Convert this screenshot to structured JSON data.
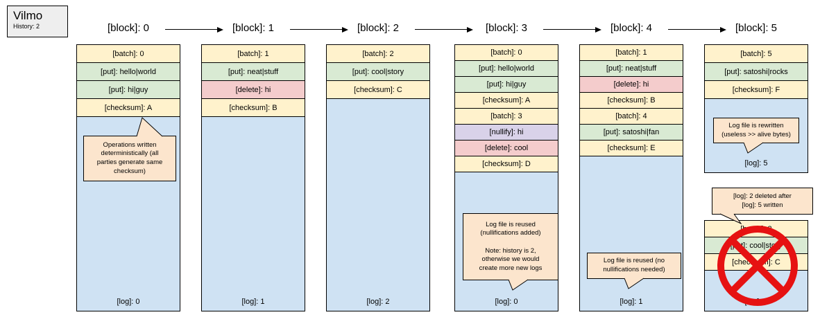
{
  "title": {
    "name": "Vilmo",
    "history": "History: 2"
  },
  "colors": {
    "batch": "#fff2cc",
    "checksum": "#fff2cc",
    "put": "#d9ead3",
    "delete": "#f4cccc",
    "nullify": "#d9d2e9",
    "log_area": "#cfe2f3",
    "callout": "#fce5cd",
    "title_box": "#eeeeee",
    "prohibition": "#e61212"
  },
  "blocks": [
    {
      "header": "[block]: 0",
      "rows": [
        {
          "kind": "batch",
          "label": "[batch]: 0"
        },
        {
          "kind": "put",
          "label": "[put]: hello|world"
        },
        {
          "kind": "put",
          "label": "[put]: hi|guy"
        },
        {
          "kind": "checksum",
          "label": "[checksum]: A"
        }
      ],
      "log_label": "[log]: 0"
    },
    {
      "header": "[block]: 1",
      "rows": [
        {
          "kind": "batch",
          "label": "[batch]: 1"
        },
        {
          "kind": "put",
          "label": "[put]: neat|stuff"
        },
        {
          "kind": "delete",
          "label": "[delete]: hi"
        },
        {
          "kind": "checksum",
          "label": "[checksum]: B"
        }
      ],
      "log_label": "[log]: 1"
    },
    {
      "header": "[block]: 2",
      "rows": [
        {
          "kind": "batch",
          "label": "[batch]: 2"
        },
        {
          "kind": "put",
          "label": "[put]: cool|story"
        },
        {
          "kind": "checksum",
          "label": "[checksum]: C"
        }
      ],
      "log_label": "[log]: 2"
    },
    {
      "header": "[block]: 3",
      "rows": [
        {
          "kind": "batch",
          "label": "[batch]: 0"
        },
        {
          "kind": "put",
          "label": "[put]: hello|world"
        },
        {
          "kind": "put",
          "label": "[put]: hi|guy"
        },
        {
          "kind": "checksum",
          "label": "[checksum]: A"
        },
        {
          "kind": "batch",
          "label": "[batch]: 3"
        },
        {
          "kind": "nullify",
          "label": "[nullify]: hi"
        },
        {
          "kind": "delete",
          "label": "[delete]: cool"
        },
        {
          "kind": "checksum",
          "label": "[checksum]: D"
        }
      ],
      "log_label": "[log]: 0"
    },
    {
      "header": "[block]: 4",
      "rows": [
        {
          "kind": "batch",
          "label": "[batch]: 1"
        },
        {
          "kind": "put",
          "label": "[put]: neat|stuff"
        },
        {
          "kind": "delete",
          "label": "[delete]: hi"
        },
        {
          "kind": "checksum",
          "label": "[checksum]: B"
        },
        {
          "kind": "batch",
          "label": "[batch]: 4"
        },
        {
          "kind": "put",
          "label": "[put]: satoshi|fan"
        },
        {
          "kind": "checksum",
          "label": "[checksum]: E"
        }
      ],
      "log_label": "[log]: 1"
    },
    {
      "header": "[block]: 5",
      "rows": [
        {
          "kind": "batch",
          "label": "[batch]: 5"
        },
        {
          "kind": "put",
          "label": "[put]: satoshi|rocks"
        },
        {
          "kind": "checksum",
          "label": "[checksum]: F"
        }
      ],
      "log_label": "[log]: 5"
    }
  ],
  "crossed_block": {
    "rows": [
      {
        "kind": "batch",
        "label": "[batch]: 2"
      },
      {
        "kind": "put",
        "label": "[put]: cool|story"
      },
      {
        "kind": "checksum",
        "label": "[checksum]: C"
      }
    ],
    "log_label": "[log]: 2"
  },
  "callouts": {
    "block0_text": "Operations written\ndeterministically (all\nparties generate same\nchecksum)",
    "block3_text": "Log file is reused\n(nullifications added)\n\nNote: history is 2,\notherwise we would\ncreate more new logs",
    "block4_text": "Log file is reused (no\nnullifications needed)",
    "block5_log_text": "Log file is rewritten\n(useless >> alive bytes)",
    "block5_deleted_text": "[log]: 2 deleted after\n[log]: 5 written"
  }
}
